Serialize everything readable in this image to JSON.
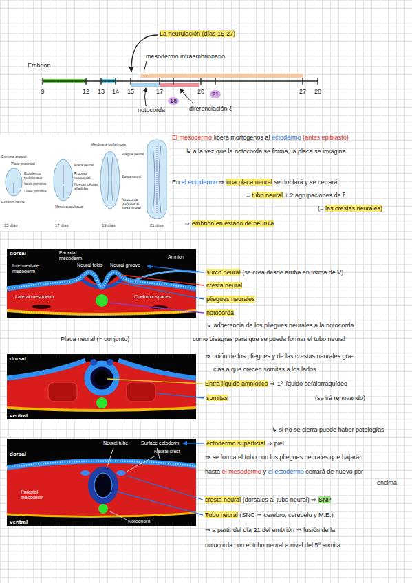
{
  "diagram": {
    "title": "La neurulación (días 15-27)",
    "labels": [
      "Embrión",
      "mesodermo intraembrionario",
      "9",
      "12",
      "13",
      "14",
      "15",
      "17",
      "18",
      "20",
      "21",
      "27",
      "28",
      "notocorda",
      "diferenciación ξ",
      "El mesodermo",
      "libera morfógenos al",
      "ectodermo",
      "(antes epiblasto)",
      "↳ a la vez que la notocorda se forma, la placa se invagina",
      "En",
      "el ectodermo",
      "⇒",
      "una placa neural",
      "se doblará y se cerrará",
      "=",
      "tubo neural",
      "+ 2 agrupaciones de ξ",
      "(=",
      "las crestas neurales)",
      "⇒",
      "embrión en estado de nêurula",
      "Placa precordal",
      "Extremo craneal",
      "Ectodermo embrionario",
      "Nodo primitivo",
      "Línea primitiva",
      "Extremo caudal",
      "Membrana orofaríngea",
      "Placa neural",
      "Proceso notocordal",
      "Nuevas células añadidas",
      "Membrana cloacal",
      "Pliegue neural",
      "Surco neural",
      "Notocorda profunda al surco neural",
      "15 días",
      "17 días",
      "19 días",
      "21 días",
      "dorsal",
      "Paraxial mesoderm",
      "Intermediate mesoderm",
      "Neural folds",
      "Neural groove",
      "Amnion",
      "Lateral mesoderm",
      "Coelomic spaces",
      "surco neural",
      "(se crea desde arriba en forma de V)",
      "cresta neural",
      "pliegues neurales",
      "notocorda",
      "↳ adherencia de los pliegues neurales a la notocorda",
      "Placa neural (= conjunto)",
      "como bisagras para que se pueda formar el tubo neural",
      "dorsal",
      "ventral",
      "⇒ unión de los pliegues y de las crestas neurales gra-",
      "cias a que crecen somitas a los lados",
      "Entra líquido amniótico",
      "⇒ 1º líquido cefalorraquídeo",
      "somitas",
      "(se irá renovando)",
      "↳ si no se cierra puede haber patologías",
      "Neural tube",
      "Surface ectoderm",
      "Neural crest",
      "dorsal",
      "Paraxial mesoderm",
      "Notochord",
      "ventral",
      "ectodermo superficial",
      "⇒ piel",
      "⇒ se forma el tubo con los pliegues neurales que bajarán",
      "hasta",
      "el mesodermo",
      "y",
      "el ectodermo",
      "cerrará de nuevo por",
      "encima",
      "cresta neural",
      "(dorsales al tubo neural) ⇒",
      "SNP",
      "Tubo neural",
      "(SNC ⇒ cerebro, cerebelo y M.E.)",
      "⇒ a partir del día 21 del embrión ⇒ fusión de la",
      "notocorda con el tubo neural a nivel del 5º somita"
    ]
  }
}
